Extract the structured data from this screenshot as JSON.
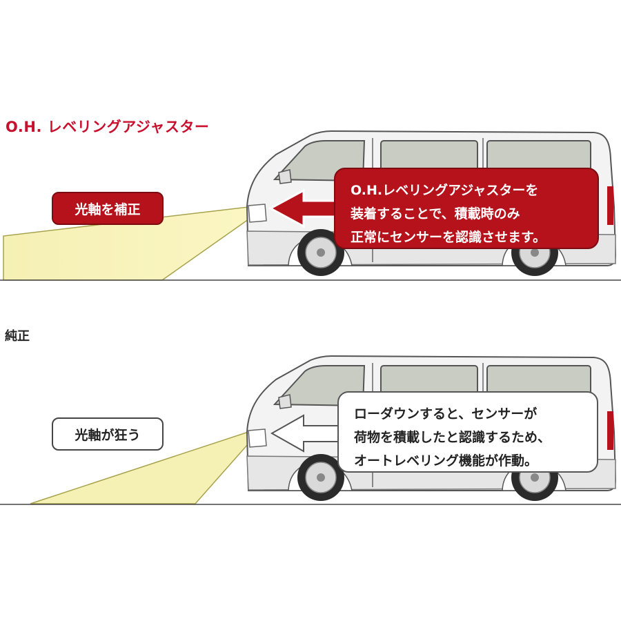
{
  "headings": {
    "top": "O.H. レベリングアジャスター",
    "bottom": "純正"
  },
  "top_panel": {
    "pill": "光軸を補正",
    "callout_lines": [
      "O.H.レベリングアジャスターを",
      "装着することで、積載時のみ",
      "正常にセンサーを認識させます。"
    ]
  },
  "bottom_panel": {
    "pill": "光軸が狂う",
    "callout_lines": [
      "ローダウンすると、センサーが",
      "荷物を積載したと認識するため、",
      "オートレベリング機能が作動。"
    ]
  },
  "colors": {
    "accent_red": "#b5121b",
    "light_beam": "#f5f0b4",
    "van_body": "#f2f2f2",
    "glass": "#c9ccc3"
  }
}
